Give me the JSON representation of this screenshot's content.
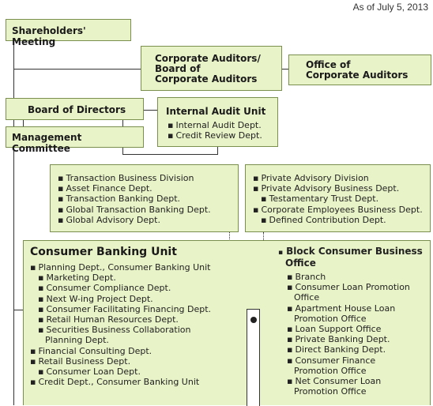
{
  "as_of": "As of July 5, 2013",
  "shareholders": "Shareholders' Meeting",
  "corp_auditors": [
    "Corporate Auditors/",
    "Board of",
    "Corporate Auditors"
  ],
  "office_auditors": [
    "Office of",
    "Corporate Auditors"
  ],
  "board": "Board of Directors",
  "management": "Management Committee",
  "internal_audit": {
    "title": "Internal Audit Unit",
    "items": [
      "Internal Audit Dept.",
      "Credit Review Dept."
    ]
  },
  "transaction_box": {
    "items": [
      "Transaction Business Division",
      "Asset Finance Dept.",
      "Transaction Banking Dept.",
      "Global Transaction Banking Dept.",
      "Global Advisory Dept."
    ]
  },
  "private_box": {
    "items": [
      "Private Advisory Division",
      "Private Advisory Business Dept.",
      "Testamentary Trust Dept.",
      "Corporate Employees Business Dept.",
      "Defined Contribution Dept."
    ]
  },
  "consumer": {
    "title": "Consumer Banking Unit",
    "items": [
      "Planning Dept., Consumer Banking Unit",
      "Marketing Dept.",
      "Consumer Compliance Dept.",
      "Next W-ing Project Dept.",
      "Consumer Facilitating Financing Dept.",
      "Retail Human Resources Dept.",
      "Securities Business Collaboration",
      "Planning Dept.",
      "Financial Consulting Dept.",
      "Retail Business Dept.",
      "Consumer Loan Dept.",
      "Credit Dept., Consumer Banking Unit"
    ]
  },
  "block": {
    "title": [
      "Block Consumer Business",
      "Office"
    ],
    "items": [
      "Branch",
      "Consumer Loan Promotion",
      "Office",
      "Apartment House Loan",
      "Promotion Office",
      "Loan Support Office",
      "Private Banking Dept.",
      "Direct Banking Dept.",
      "Consumer Finance",
      "Promotion Office",
      "Net Consumer Loan",
      "Promotion Office"
    ]
  }
}
